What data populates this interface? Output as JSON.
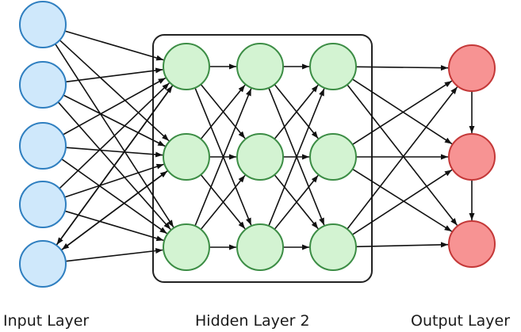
{
  "labels": {
    "input": "Input Layer",
    "hidden": "Hidden Layer 2",
    "output": "Output Layer"
  },
  "colors": {
    "input_fill": "#cfe8fb",
    "input_stroke": "#2f7fc0",
    "hidden_fill": "#d3f3d2",
    "hidden_stroke": "#3c8d45",
    "output_fill": "#f79393",
    "output_stroke": "#c43838",
    "edge": "#111111",
    "hidden_box": "#222222"
  },
  "layers": {
    "input_nodes": 5,
    "hidden_columns": 3,
    "hidden_nodes_per_column": 3,
    "output_nodes": 3
  }
}
